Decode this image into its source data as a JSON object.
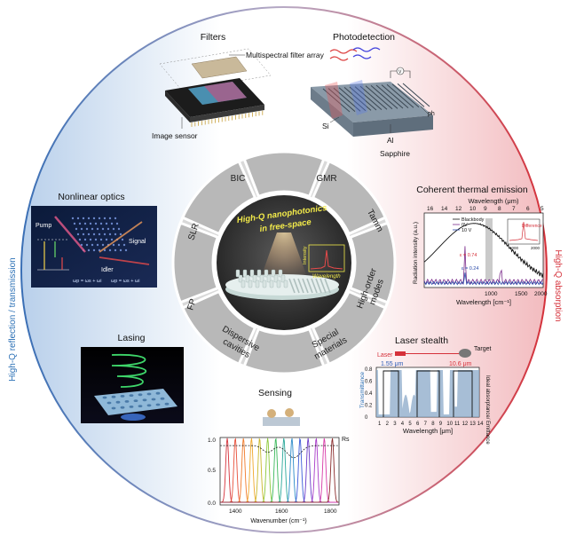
{
  "side_labels": {
    "left": "High-Q reflection / transmission",
    "right": "High-Q absorption"
  },
  "center": {
    "title": "High-Q nanophotonics in free-space",
    "title_line1": "High-Q nanophotonics",
    "title_line2": "in free-space",
    "inset_y": "Intensity",
    "inset_x": "Wavelength"
  },
  "wedges": [
    "BIC",
    "GMR",
    "Tamm",
    "High-order modes",
    "Special materials",
    "Dispersive cavities",
    "FP",
    "SLR"
  ],
  "wedge_lines": {
    "high_order_1": "High-order",
    "high_order_2": "modes",
    "special_1": "Special",
    "special_2": "materials",
    "dispersive_1": "Dispersive",
    "dispersive_2": "cavities"
  },
  "sections": {
    "filters": {
      "title": "Filters",
      "array_label": "Multispectral filter array",
      "sensor_label": "Image sensor"
    },
    "photodetection": {
      "title": "Photodetection",
      "si": "Si",
      "al": "Al",
      "sapphire": "Sapphire",
      "ph": "ph",
      "volt": "V"
    },
    "nonlinear": {
      "title": "Nonlinear optics",
      "pump": "Pump",
      "signal": "Signal",
      "idler": "Idler",
      "eq1": "ωp = ωs + ωi",
      "eq2": "ωp = ωs + ωi"
    },
    "lasing": {
      "title": "Lasing"
    },
    "thermal": {
      "title": "Coherent thermal emission",
      "top_axis": "Wavelength (μm)",
      "top_ticks": [
        "16",
        "14",
        "12",
        "10",
        "9",
        "8",
        "7",
        "6",
        "5"
      ],
      "y_axis": "Radiation intensity (a.u.)",
      "x_axis": "Wavelength [cm⁻¹]",
      "x_ticks": [
        "1000",
        "1500",
        "2000"
      ],
      "legend": [
        "Blackbody",
        "0V",
        "10 V"
      ],
      "inset_label": "Difference",
      "inset_ticks": [
        "1000",
        "2000"
      ],
      "e1": "ε = 0.74",
      "e2": "ε = 0.24"
    },
    "stealth": {
      "title": "Laser stealth",
      "laser": "Laser",
      "target": "Target",
      "wl1": "1.55 μm",
      "wl2": "10.6 μm",
      "y_left": "Transmittance",
      "y_right": "Ideal absorptance/ Emittance",
      "x_axis": "Wavelength [μm]",
      "x_ticks": [
        "1",
        "2",
        "3",
        "4",
        "5",
        "6",
        "7",
        "8",
        "9",
        "10",
        "11",
        "12",
        "13",
        "14"
      ],
      "y_ticks": [
        "0",
        "0.2",
        "0.4",
        "0.6",
        "0.8"
      ]
    },
    "sensing": {
      "title": "Sensing",
      "rs": "Rs",
      "x_axis": "Wavenumber (cm⁻¹)",
      "x_ticks": [
        "1400",
        "1600",
        "1800"
      ],
      "y_ticks": [
        "0.0",
        "0.5",
        "1.0"
      ]
    }
  },
  "colors": {
    "left_arc": "#3a6fb5",
    "right_arc": "#d5313a",
    "left_text": "#2a6fb5",
    "right_text": "#d5313a",
    "wedge_fill": "#b8b8b8",
    "center_dark": "#2f2f2f",
    "title_yellow": "#f2ea4a"
  }
}
